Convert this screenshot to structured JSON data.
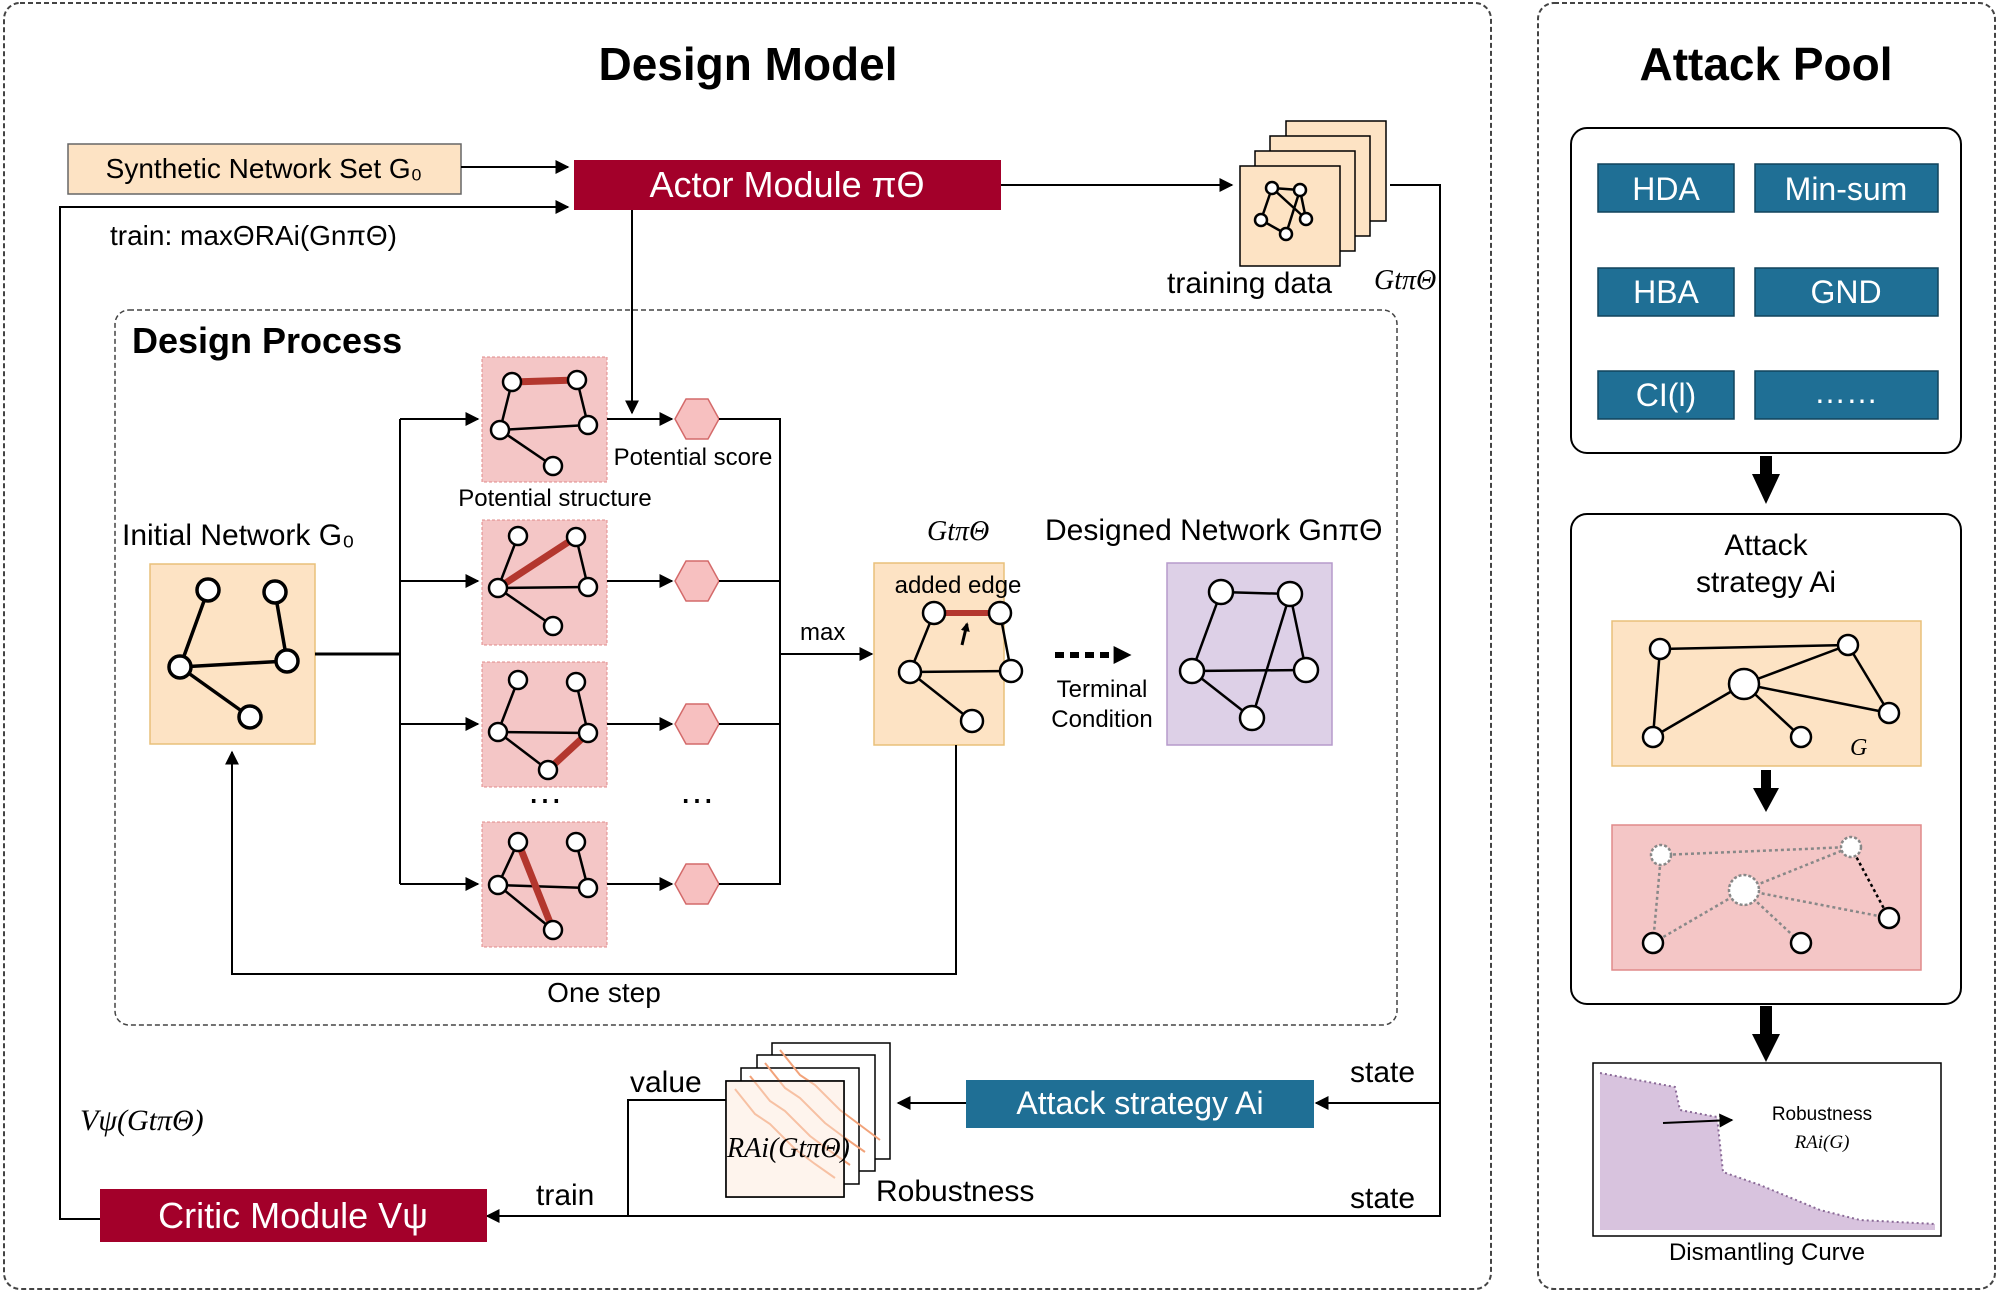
{
  "design_model": {
    "title": "Design Model",
    "synthetic_set": "Synthetic Network Set G₀",
    "actor": "Actor Module πΘ",
    "train_objective": "train: maxΘRAi(GnπΘ)",
    "training_data": "training data",
    "training_data_sym": "GtπΘ",
    "design_process": {
      "title": "Design Process",
      "initial_network": "Initial Network G₀",
      "potential_structure": "Potential structure",
      "potential_score": "Potential score",
      "ellipsis_left": "⋯",
      "ellipsis_right": "⋯",
      "max": "max",
      "gt_label": "GtπΘ",
      "added_edge": "added edge",
      "designed_network": "Designed Network GnπΘ",
      "terminal_1": "Terminal",
      "terminal_2": "Condition",
      "one_step": "One step"
    },
    "value": "value",
    "robustness_sym": "RAi(GtπΘ)",
    "robustness": "Robustness",
    "attack_strategy_box": "Attack strategy Ai",
    "state_1": "state",
    "state_2": "state",
    "critic": "Critic Module Vψ",
    "critic_value": "Vψ(GtπΘ)",
    "train": "train"
  },
  "attack_pool": {
    "title": "Attack Pool",
    "methods": [
      "HDA",
      "Min-sum",
      "HBA",
      "GND",
      "CI(l)",
      "……"
    ],
    "strategy_1": "Attack",
    "strategy_2": "strategy Ai",
    "graph_label": "G",
    "curve_robustness": "Robustness",
    "curve_r": "RAi(G)",
    "curve_caption": "Dismantling Curve"
  },
  "colors": {
    "module_red": "#a3002a",
    "button_blue": "#1f6f95",
    "peach": "#fde3c4",
    "pink": "#f4c6c6",
    "lavender": "#ddd0e7",
    "added_edge": "#b3372e"
  }
}
